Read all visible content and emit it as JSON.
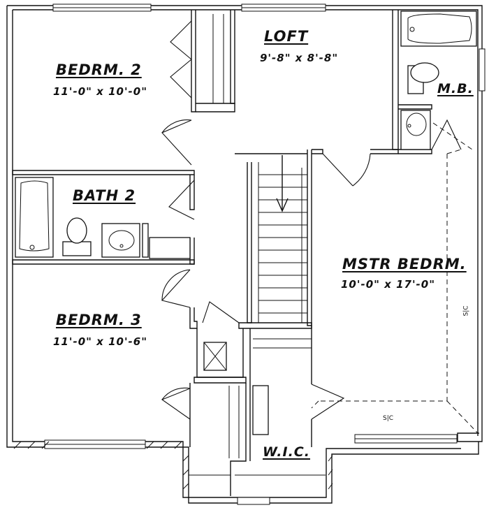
{
  "rooms": {
    "bedroom2": {
      "name": "BEDRM. 2",
      "size": "11'-0\" x 10'-0\""
    },
    "loft": {
      "name": "LOFT",
      "size": "9'-8\" x 8'-8\""
    },
    "master_bath": {
      "name": "M.B."
    },
    "bath2": {
      "name": "BATH 2"
    },
    "master_bedroom": {
      "name": "MSTR BEDRM.",
      "size": "10'-0\" x 17'-0\""
    },
    "bedroom3": {
      "name": "BEDRM. 3",
      "size": "11'-0\" x 10'-6\""
    },
    "walk_in_closet": {
      "name": "W.I.C."
    }
  },
  "symbols": {
    "smoke_detector_1": "S|C",
    "smoke_detector_2": "S|C"
  }
}
